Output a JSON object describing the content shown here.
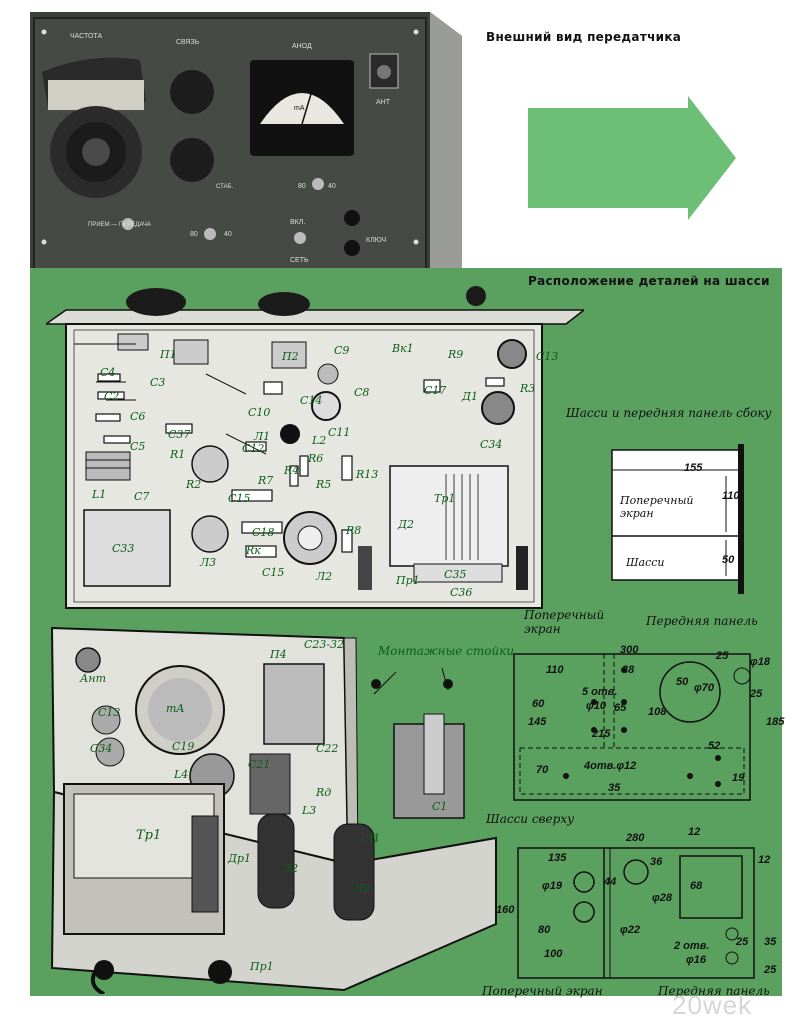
{
  "captions": {
    "exterior": "Внешний вид передатчика",
    "layout": "Расположение деталей на шасси"
  },
  "front_panel": {
    "frequency": "ЧАСТОТА",
    "coupling": "СВЯЗЬ",
    "anode": "АНОД",
    "ant": "АНТ",
    "stabilizer": "СТАБ.",
    "rx_tx": "ПРИЕМ — ПЕРЕДАЧА",
    "on": "ВКЛ.",
    "mains": "СЕТЬ",
    "key": "КЛЮЧ",
    "sw1_a": "80",
    "sw1_b": "40",
    "sw2_a": "80",
    "sw2_b": "40",
    "meter_unit": "mA"
  },
  "chassis_parts": {
    "p1": "П1",
    "p2": "П2",
    "vk1": "Вк1",
    "c4": "C4",
    "c3": "C3",
    "c2": "C2",
    "c6": "C6",
    "c5": "C5",
    "r1": "R1",
    "c37": "C37",
    "l1": "Л1",
    "c12": "C12",
    "l2": "L2",
    "c9": "C9",
    "c8": "C8",
    "c10": "C10",
    "c14": "C14",
    "c11": "C11",
    "r9": "R9",
    "c13": "C13",
    "c17": "C17",
    "d1": "Д1",
    "r3": "R3",
    "c34": "C34",
    "cl1": "L1",
    "c7": "C7",
    "r2": "R2",
    "c15": "C15",
    "r7": "R7",
    "r4": "R4",
    "r6": "R6",
    "r5": "R5",
    "r13": "R13",
    "tr1": "Тр1",
    "c33": "C33",
    "l3": "Л3",
    "c18": "C18",
    "rk": "Rк",
    "cc15": "C15",
    "ll2": "Л2",
    "r8": "R8",
    "d2": "Д2",
    "pr1": "Пр1",
    "c35": "C35",
    "c36": "C36"
  },
  "bottom_photo": {
    "mounting_posts": "Монтажные стойки",
    "ant": "Ант",
    "p4": "П4",
    "c23_32": "C23-32",
    "c13": "C13",
    "ma": "mA",
    "c34": "C34",
    "c19": "C19",
    "l4": "L4",
    "c21": "C21",
    "c22": "C22",
    "rd": "Rд",
    "l3": "L3",
    "tr1": "Тр1",
    "dr1": "Др1",
    "ll2": "Л2",
    "ll1": "Л1",
    "ll3": "Л3",
    "c1": "C1",
    "pr1": "Пр1"
  },
  "side_view": {
    "title": "Шасси и передняя панель сбоку",
    "screen": "Поперечный экран",
    "chassis": "Шасси",
    "front_panel": "Передняя панель",
    "w": "155",
    "h1": "110",
    "h2": "50"
  },
  "front_panel_drawing": {
    "screen_label": "Поперечный экран",
    "w300": "300",
    "d110": "110",
    "d60": "60",
    "d145": "145",
    "d215": "215",
    "holes5": "5 отв.",
    "phi10": "φ10",
    "d38": "38",
    "d65": "65",
    "d108": "108",
    "d50": "50",
    "phi70": "φ70",
    "phi18": "φ18",
    "d25a": "25",
    "d25b": "25",
    "d52": "52",
    "d185": "185",
    "d70": "70",
    "holes4": "4отв.φ12",
    "d35": "35",
    "d19": "19"
  },
  "top_view": {
    "title": "Шасси сверху",
    "w280": "280",
    "d12a": "12",
    "d12b": "12",
    "d135": "135",
    "d36": "36",
    "phi19": "φ19",
    "d44": "44",
    "phi28": "φ28",
    "d68": "68",
    "d160": "160",
    "d80": "80",
    "phi22": "φ22",
    "d100": "100",
    "holes2": "2 отв.",
    "phi16": "φ16",
    "d25": "25",
    "d35": "35",
    "d25b": "25",
    "screen": "Поперечный экран",
    "front_panel": "Передняя панель"
  },
  "watermark": "20wek",
  "colors": {
    "background_green": "#5aa05e",
    "arrow_green": "#6cbf74",
    "part_label_green": "#0c5e18"
  }
}
